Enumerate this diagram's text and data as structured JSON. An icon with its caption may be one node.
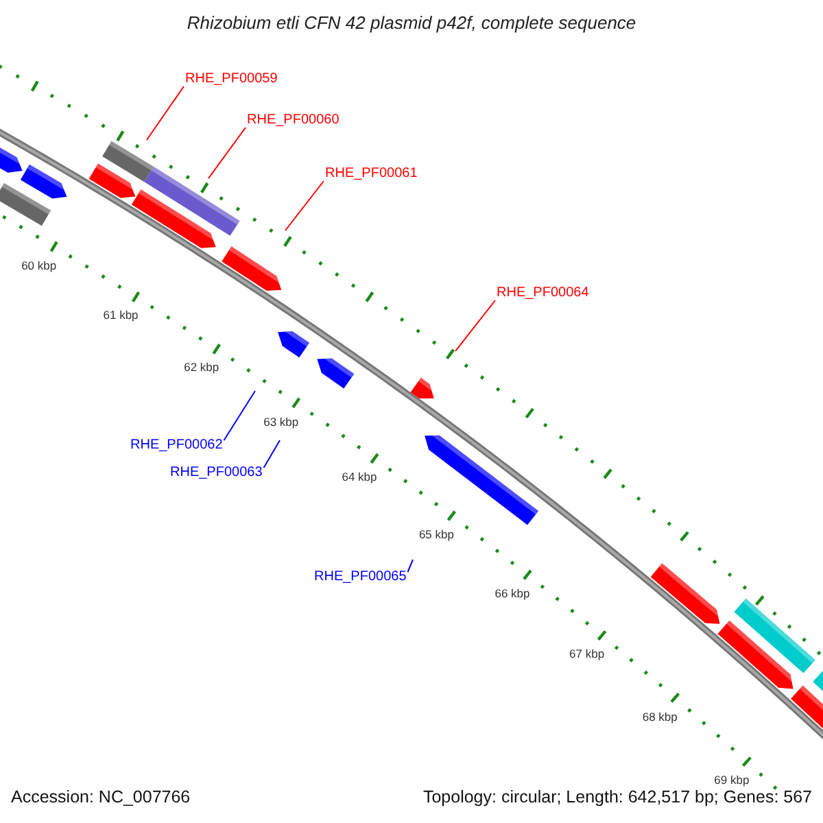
{
  "diagram": {
    "title": "Rhizobium etli CFN 42 plasmid p42f, complete sequence",
    "nodes": [
      {
        "text": [
          "RHE_PF00059"
        ]
      },
      {
        "text": [
          "RHE_PF00060"
        ]
      },
      {
        "text": [
          "RHE_PF00061"
        ]
      },
      {
        "text": [
          "RHE_PF00064"
        ]
      },
      {
        "text": [
          "RHE_PF00062"
        ]
      },
      {
        "text": [
          "RHE_PF00063"
        ]
      },
      {
        "text": [
          "RHE_PF00065"
        ]
      }
    ],
    "edges": [
      {
        "from": 0,
        "to": null,
        "arrow": "none"
      },
      {
        "from": 1,
        "to": null,
        "arrow": "none"
      },
      {
        "from": 2,
        "to": null,
        "arrow": "none"
      },
      {
        "from": 3,
        "to": null,
        "arrow": "none"
      },
      {
        "from": 4,
        "to": null,
        "arrow": "none",
        "color": "#0000ff"
      },
      {
        "from": 5,
        "to": null,
        "arrow": "none",
        "color": "#0000ff"
      },
      {
        "from": 6,
        "to": null,
        "arrow": "none",
        "color": "#0000ff"
      }
    ],
    "labels": [
      "60 kbp",
      "61 kbp",
      "62 kbp",
      "63 kbp",
      "64 kbp",
      "65 kbp",
      "66 kbp",
      "67 kbp",
      "68 kbp",
      "69 kbp",
      "Accession: NC_007766",
      "Topology: circular; Length: 642,517 bp; Genes: 567"
    ]
  }
}
